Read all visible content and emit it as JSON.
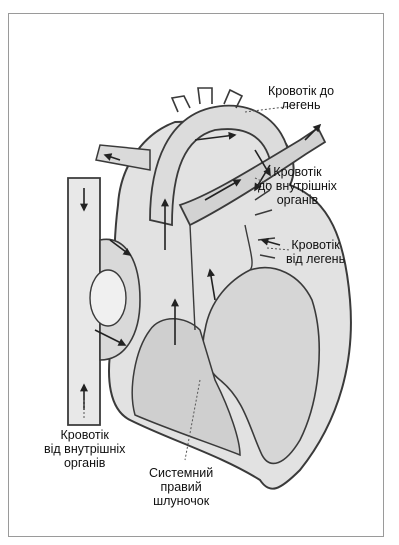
{
  "labels": {
    "lungs_out": [
      "Кровотік до",
      "легень"
    ],
    "organs_out": [
      "Кровотік",
      "до внутрішніх",
      "органів"
    ],
    "lungs_in": [
      "Кровотік",
      "від легень"
    ],
    "organs_in": [
      "Кровотік",
      "від внутрішніх",
      "органів"
    ],
    "ventricle": [
      "Системний",
      "правий",
      "шлуночок"
    ]
  },
  "colors": {
    "fill": "#e2e2e2",
    "stroke": "#3a3a3a",
    "frame": "#9a9a9a"
  }
}
